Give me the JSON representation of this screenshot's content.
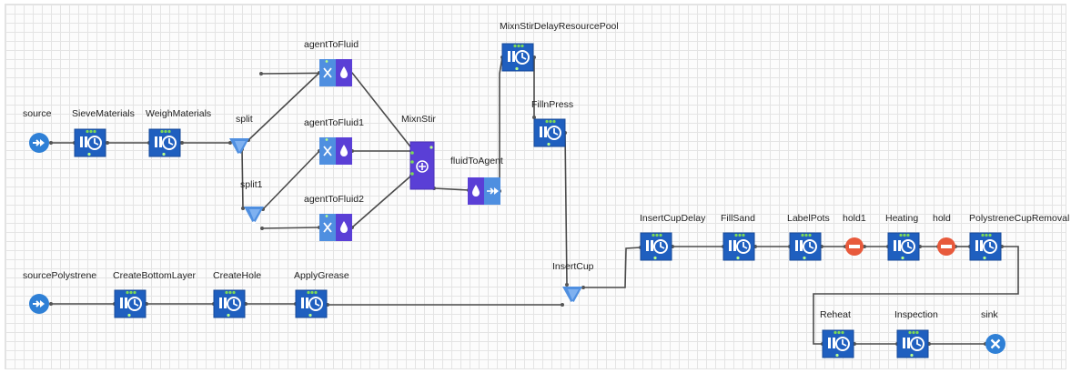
{
  "diagram": {
    "blocks": [
      {
        "key": "source",
        "label": "source",
        "kind": "source"
      },
      {
        "key": "sieve",
        "label": "SieveMaterials",
        "kind": "delay"
      },
      {
        "key": "weigh",
        "label": "WeighMaterials",
        "kind": "delay"
      },
      {
        "key": "split",
        "label": "split",
        "kind": "split"
      },
      {
        "key": "split1",
        "label": "split1",
        "kind": "split"
      },
      {
        "key": "atf",
        "label": "agentToFluid",
        "kind": "agenttofluid"
      },
      {
        "key": "atf1",
        "label": "agentToFluid1",
        "kind": "agenttofluid"
      },
      {
        "key": "atf2",
        "label": "agentToFluid2",
        "kind": "agenttofluid"
      },
      {
        "key": "mix",
        "label": "MixnStir",
        "kind": "mixer"
      },
      {
        "key": "fta",
        "label": "fluidToAgent",
        "kind": "fluidtoagent"
      },
      {
        "key": "mpool",
        "label": "MixnStirDelayResourcePool",
        "kind": "delay"
      },
      {
        "key": "fill",
        "label": "FillnPress",
        "kind": "delay"
      },
      {
        "key": "srcpoly",
        "label": "sourcePolystrene",
        "kind": "source"
      },
      {
        "key": "cbl",
        "label": "CreateBottomLayer",
        "kind": "delay"
      },
      {
        "key": "ch",
        "label": "CreateHole",
        "kind": "delay"
      },
      {
        "key": "ag",
        "label": "ApplyGrease",
        "kind": "delay"
      },
      {
        "key": "insertcup",
        "label": "InsertCup",
        "kind": "split"
      },
      {
        "key": "icd",
        "label": "InsertCupDelay",
        "kind": "delay"
      },
      {
        "key": "fsand",
        "label": "FillSand",
        "kind": "delay"
      },
      {
        "key": "lpots",
        "label": "LabelPots",
        "kind": "delay"
      },
      {
        "key": "hold1",
        "label": "hold1",
        "kind": "hold"
      },
      {
        "key": "heat",
        "label": "Heating",
        "kind": "delay"
      },
      {
        "key": "hold",
        "label": "hold",
        "kind": "hold"
      },
      {
        "key": "pcr",
        "label": "PolystreneCupRemoval",
        "kind": "delay"
      },
      {
        "key": "reheat",
        "label": "Reheat",
        "kind": "delay"
      },
      {
        "key": "insp",
        "label": "Inspection",
        "kind": "delay"
      },
      {
        "key": "sink",
        "label": "sink",
        "kind": "sink"
      }
    ]
  }
}
